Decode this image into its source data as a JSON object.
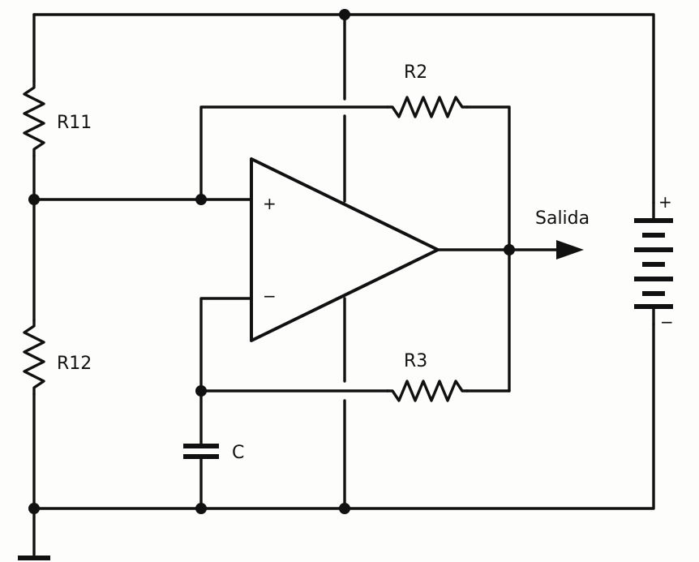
{
  "labels": {
    "r11": "R11",
    "r12": "R12",
    "r2": "R2",
    "r3": "R3",
    "capacitor": "C",
    "output": "Salida",
    "opamp_plus": "+",
    "opamp_minus": "−",
    "battery_plus": "+",
    "battery_minus": "−"
  },
  "icons": {
    "output_arrow": "arrow-right-icon",
    "ground": "ground-icon"
  },
  "colors": {
    "ink": "#111111",
    "paper": "#fdfdfb"
  }
}
